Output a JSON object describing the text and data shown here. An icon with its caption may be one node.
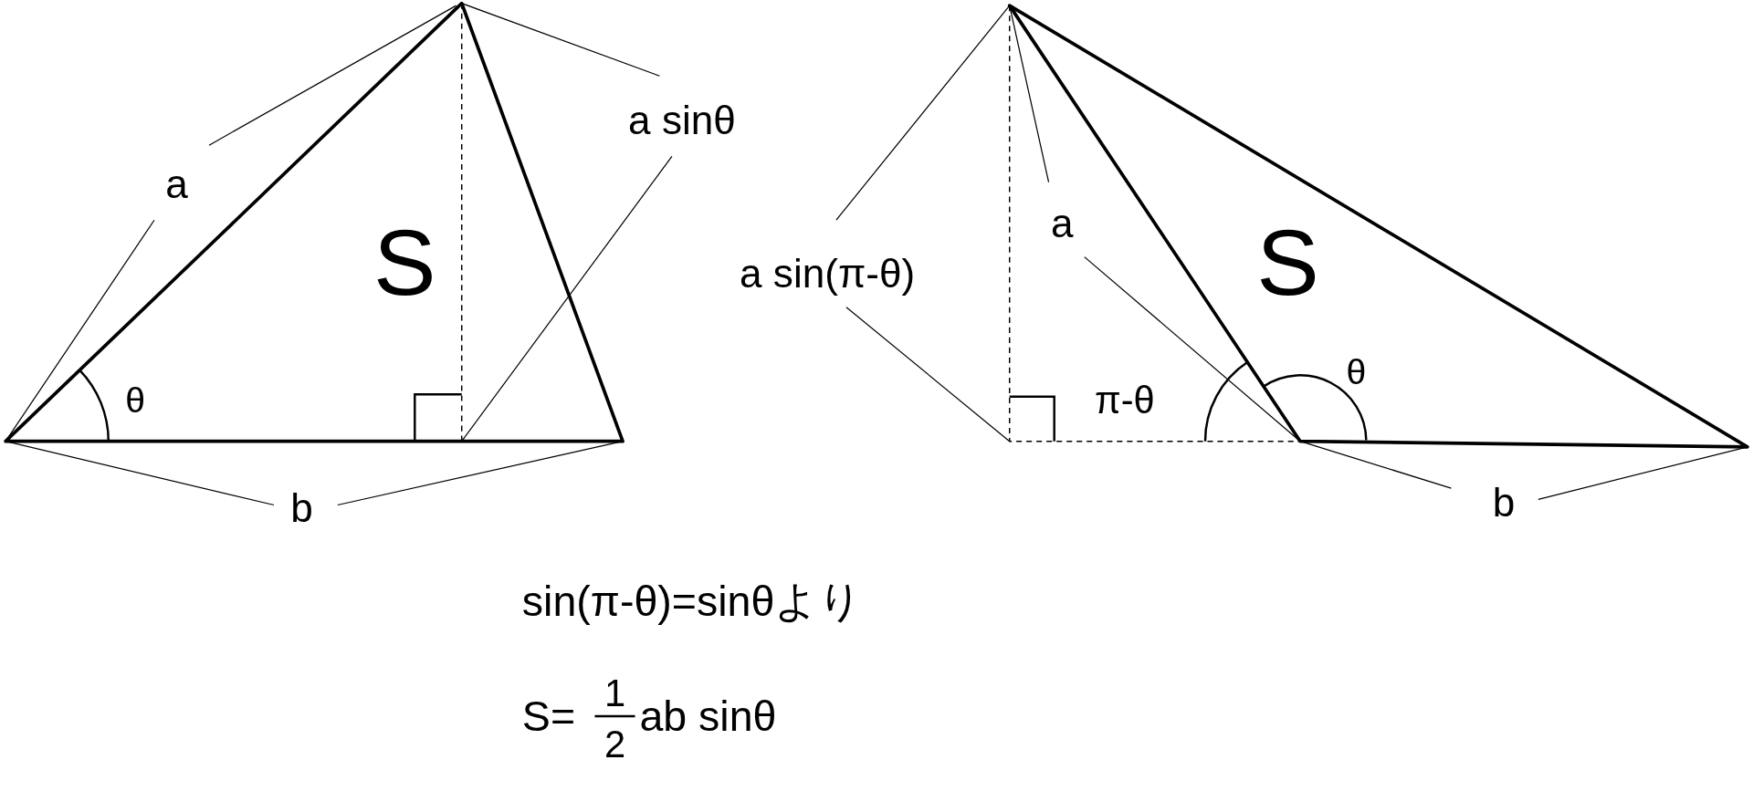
{
  "diagram": {
    "labels": [
      "a",
      "a sinθ",
      "S",
      "θ",
      "b",
      "a",
      "a sin(π-θ)",
      "S",
      "π-θ",
      "θ",
      "b",
      "sin(π-θ)=sinθより",
      "S=",
      "1",
      "2",
      "ab sinθ"
    ]
  }
}
